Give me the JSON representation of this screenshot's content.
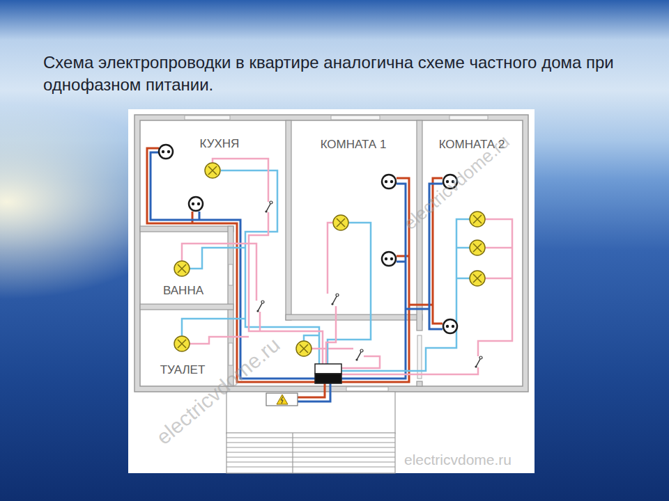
{
  "diagram": {
    "title": "Схема электропроводки в квартире аналогична схеме частного дома при однофазном питании.",
    "nodes": [
      {
        "text": [
          "КУХНЯ"
        ]
      },
      {
        "text": [
          "КОМНАТА 1"
        ]
      },
      {
        "text": [
          "КОМНАТА 2"
        ]
      },
      {
        "text": [
          "ВАННА"
        ]
      },
      {
        "text": [
          "ТУАЛЕТ"
        ]
      }
    ],
    "labels": [
      "electricvdome.ru",
      "electricvdome.ru",
      "electricvdome.ru"
    ]
  }
}
